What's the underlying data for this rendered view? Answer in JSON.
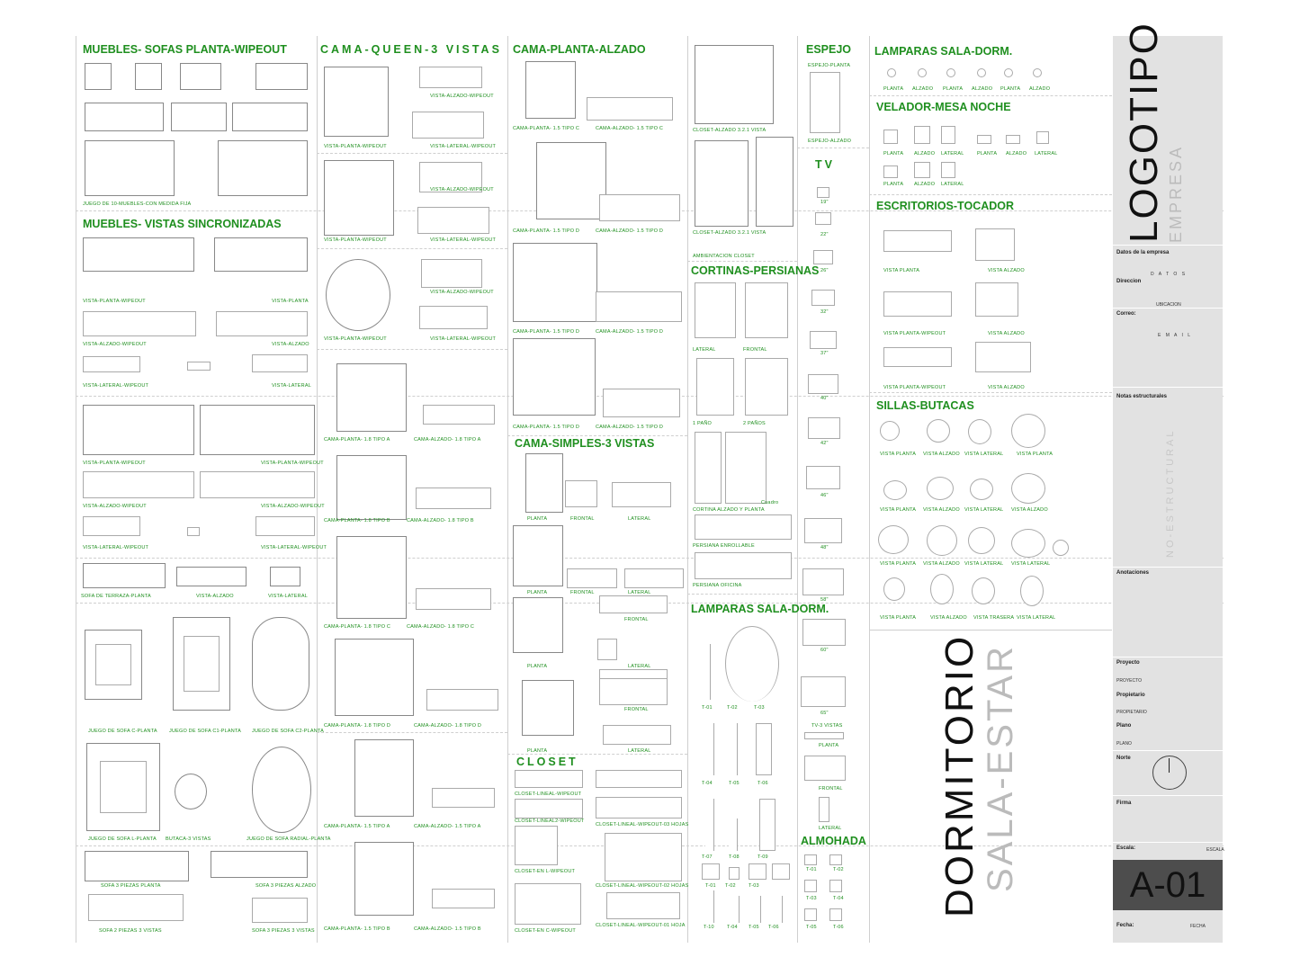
{
  "sections": {
    "sofas_planta": "MUEBLES- SOFAS PLANTA-WIPEOUT",
    "vistas_sinc": "MUEBLES- VISTAS SINCRONIZADAS",
    "cama_queen": "CAMA-QUEEN-3 VISTAS",
    "cama_planta_alzado": "CAMA-PLANTA-ALZADO",
    "cama_simples": "CAMA-SIMPLES-3 VISTAS",
    "closet": "CLOSET",
    "cortinas": "CORTINAS-PERSIANAS",
    "lamparas_1": "LAMPARAS SALA-DORM.",
    "espejo": "ESPEJO",
    "tv": "TV",
    "almohada": "ALMOHADA",
    "lamparas_2": "LAMPARAS SALA-DORM.",
    "velador": "VELADOR-MESA NOCHE",
    "escritorios": "ESCRITORIOS-TOCADOR",
    "sillas": "SILLAS-BUTACAS"
  },
  "captions": {
    "c1": "JUEGO DE 10-MUEBLES-CON MEDIDA FIJA",
    "c2": "VISTA-PLANTA-WIPEOUT",
    "c3": "VISTA-PLANTA",
    "c4": "VISTA-ALZADO-WIPEOUT",
    "c5": "VISTA-ALZADO",
    "c6": "VISTA-LATERAL-WIPEOUT",
    "c7": "VISTA-LATERAL",
    "c8": "VISTA-PLANTA-WIPEOUT",
    "c9": "VISTA-PLANTA-WIPEOUT",
    "c10": "VISTA-ALZADO-WIPEOUT",
    "c11": "VISTA-ALZADO-WIPEOUT",
    "c12": "VISTA-LATERAL-WIPEOUT",
    "c13": "VISTA-LATERAL-WIPEOUT",
    "c14": "SOFA DE TERRAZA-PLANTA",
    "c15": "VISTA-ALZADO",
    "c16": "VISTA-LATERAL",
    "c17": "JUEGO DE SOFA C-PLANTA",
    "c18": "JUEGO DE SOFA C1-PLANTA",
    "c19": "JUEGO DE SOFA C2-PLANTA",
    "c20": "JUEGO DE SOFA L-PLANTA",
    "c21": "BUTACA-3 VISTAS",
    "c22": "JUEGO DE SOFA RADIAL-PLANTA",
    "c23": "SOFA 3 PIEZAS PLANTA",
    "c24": "SOFA 3 PIEZAS ALZADO",
    "c25": "SOFA 2 PIEZAS 3 VISTAS",
    "c26": "SOFA 3 PIEZAS 3 VISTAS",
    "q1": "VISTA-ALZADO-WIPEOUT",
    "q2": "VISTA-PLANTA-WIPEOUT",
    "q3": "VISTA-LATERAL-WIPEOUT",
    "q4": "VISTA-ALZADO-WIPEOUT",
    "q5": "VISTA-PLANTA-WIPEOUT",
    "q6": "VISTA-LATERAL-WIPEOUT",
    "q7": "VISTA-ALZADO-WIPEOUT",
    "q8": "VISTA-PLANTA-WIPEOUT",
    "q9": "VISTA-LATERAL-WIPEOUT",
    "q10": "CAMA-PLANTA- 1.8 TIPO A",
    "q11": "CAMA-ALZADO- 1.8 TIPO A",
    "q12": "CAMA-PLANTA- 1.8 TIPO B",
    "q13": "CAMA-ALZADO- 1.8 TIPO B",
    "q14": "CAMA-PLANTA- 1.8 TIPO C",
    "q15": "CAMA-ALZADO- 1.8 TIPO C",
    "q16": "CAMA-PLANTA- 1.8 TIPO D",
    "q17": "CAMA-ALZADO- 1.8 TIPO D",
    "q18": "CAMA-PLANTA- 1.5 TIPO A",
    "q19": "CAMA-ALZADO- 1.5 TIPO A",
    "q20": "CAMA-PLANTA- 1.5 TIPO B",
    "q21": "CAMA-ALZADO- 1.5 TIPO B",
    "p1": "CAMA-PLANTA- 1.5 TIPO C",
    "p2": "CAMA-ALZADO- 1.5 TIPO C",
    "p3": "CAMA-PLANTA- 1.5 TIPO D",
    "p4": "CAMA-ALZADO- 1.5 TIPO D",
    "p5": "CAMA-PLANTA- 1.5 TIPO D",
    "p6": "CAMA-ALZADO- 1.5 TIPO D",
    "p7": "CAMA-PLANTA- 1.5 TIPO D",
    "p8": "CAMA-ALZADO- 1.5 TIPO D",
    "s1": "PLANTA",
    "s2": "FRONTAL",
    "s3": "LATERAL",
    "s4": "PLANTA",
    "s5": "FRONTAL",
    "s6": "LATERAL",
    "s7": "FRONTAL",
    "s8": "PLANTA",
    "s9": "LATERAL",
    "s10": "FRONTAL",
    "s11": "PLANTA",
    "s12": "LATERAL",
    "k1": "CLOSET-LINEAL-WIPEOUT",
    "k2": "CLOSET-LINEAL2-WIPEOUT",
    "k3": "CLOSET-LINEAL-WIPEOUT-03 HOJAS",
    "k4": "CLOSET-EN L-WIPEOUT",
    "k5": "CLOSET-LINEAL-WIPEOUT-02 HOJAS",
    "k6": "CLOSET-EN C-WIPEOUT",
    "k7": "CLOSET-LINEAL-WIPEOUT-01 HOJA",
    "w1": "CLOSET-ALZADO 3.2.1 VISTA",
    "w2": "CLOSET-ALZADO 3.2.1 VISTA",
    "w3": "AMBIENTACION CLOSET",
    "r1": "LATERAL",
    "r2": "FRONTAL",
    "r3": "1 PAÑO",
    "r4": "2 PAÑOS",
    "r5": "Cuadro",
    "r6": "CORTINA ALZADO Y PLANTA",
    "r7": "PERSIANA ENROLLABLE",
    "r8": "PERSIANA OFICINA",
    "l1": "T-01",
    "l2": "T-02",
    "l3": "T-03",
    "l4": "T-04",
    "l5": "T-05",
    "l6": "T-06",
    "l7": "T-07",
    "l8": "T-08",
    "l9": "T-09",
    "l10": "T-01",
    "l11": "T-02",
    "l12": "T-03",
    "l13": "T-10",
    "l14": "T-04",
    "l15": "T-05",
    "l16": "T-06",
    "e1": "ESPEJO-PLANTA",
    "e2": "ESPEJO-ALZADO",
    "t1": "19\"",
    "t2": "22\"",
    "t3": "26\"",
    "t4": "32\"",
    "t5": "37\"",
    "t6": "40\"",
    "t7": "42\"",
    "t8": "46\"",
    "t9": "48\"",
    "t10": "58\"",
    "t11": "60\"",
    "t12": "65\"",
    "t13": "TV-3 VISTAS",
    "t14": "PLANTA",
    "t15": "FRONTAL",
    "t16": "LATERAL",
    "a1": "T-01",
    "a2": "T-02",
    "a3": "T-03",
    "a4": "T-04",
    "a5": "T-05",
    "a6": "T-06",
    "m1": "PLANTA",
    "m2": "ALZADO",
    "m3": "PLANTA",
    "m4": "ALZADO",
    "m5": "PLANTA",
    "m6": "ALZADO",
    "v1": "PLANTA",
    "v2": "ALZADO",
    "v3": "LATERAL",
    "v4": "PLANTA",
    "v5": "ALZADO",
    "v6": "LATERAL",
    "v7": "PLANTA",
    "v8": "ALZADO",
    "v9": "LATERAL",
    "d1": "VISTA PLANTA",
    "d2": "VISTA ALZADO",
    "d3": "VISTA PLANTA-WIPEOUT",
    "d4": "VISTA ALZADO",
    "d5": "VISTA PLANTA-WIPEOUT",
    "d6": "VISTA ALZADO",
    "h1": "VISTA PLANTA",
    "h2": "VISTA ALZADO",
    "h3": "VISTA LATERAL",
    "h4": "VISTA PLANTA",
    "h5": "VISTA PLANTA",
    "h6": "VISTA ALZADO",
    "h7": "VISTA LATERAL",
    "h8": "VISTA ALZADO",
    "h9": "VISTA PLANTA",
    "h10": "VISTA ALZADO",
    "h11": "VISTA LATERAL",
    "h12": "VISTA LATERAL",
    "h13": "VISTA PLANTA",
    "h14": "VISTA ALZADO",
    "h15": "VISTA TRASERA",
    "h16": "VISTA LATERAL"
  },
  "big_text": {
    "dormitorio": "DORMITORIO",
    "sala": "SALA-ESTAR"
  },
  "title_block": {
    "logo": "LOGOTIPO",
    "empresa": "EMPRESA",
    "datos_label": "Datos de la empresa",
    "datos_value": "D A T O S",
    "direccion_label": "Direccion",
    "direccion_value": "UBICACION",
    "correo_label": "Correo:",
    "correo_value": "E M A I L",
    "notas_label": "Notas estructurales",
    "no_estructural": "NO-ESTRUCTURAL",
    "anotaciones_label": "Anotaciones",
    "proyecto_label": "Proyecto",
    "proyecto_value": "PROYECTO",
    "propietario_label": "Propietario",
    "propietario_value": "PROPIETARIO",
    "plano_label": "Plano",
    "plano_value": "PLANO",
    "norte_label": "Norte",
    "firma_label": "Firma",
    "escala_label": "Escala:",
    "escala_value": "ESCALA",
    "sheet_number": "A-01",
    "fecha_label": "Fecha:",
    "fecha_value": "FECHA"
  },
  "colors": {
    "section_title": "#1f8f1f",
    "caption": "#1f8f1f",
    "title_block_bg": "#e2e2e2",
    "sheet_box": "#4d4d4d"
  }
}
